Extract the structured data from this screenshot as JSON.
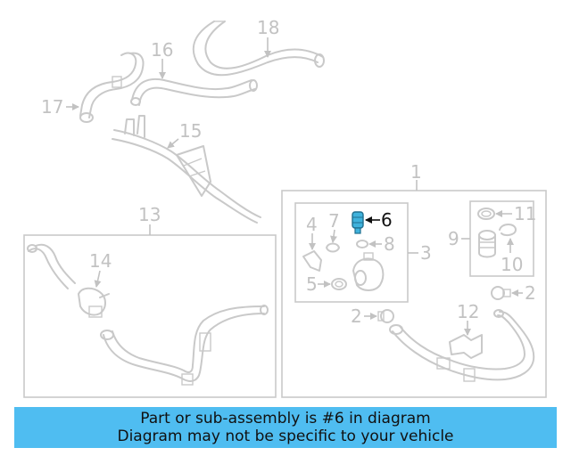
{
  "callouts": [
    "1",
    "2",
    "2",
    "3",
    "4",
    "5",
    "6",
    "7",
    "8",
    "9",
    "10",
    "11",
    "12",
    "13",
    "14",
    "15",
    "16",
    "17",
    "18"
  ],
  "banner": {
    "line1": "Part or sub-assembly is #6 in diagram",
    "line2": "Diagram may not be specific to your vehicle"
  },
  "colors": {
    "highlight_part": "#3fb2dc",
    "banner_background": "#4fbdf1",
    "line_art": "#c9c9c9",
    "highlight_label": "#111111"
  }
}
